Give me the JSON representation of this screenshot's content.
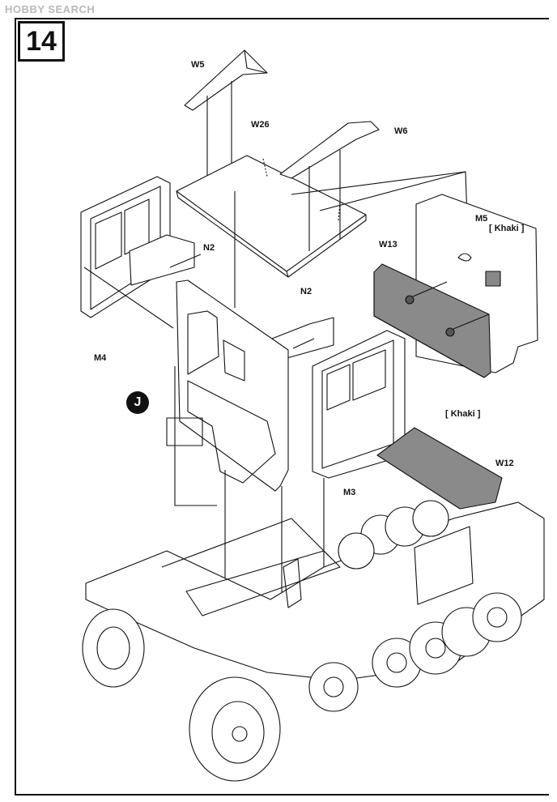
{
  "watermark": "HOBBY SEARCH",
  "step_number": "14",
  "subassembly_badge": "J",
  "labels": {
    "w5": "W5",
    "w26": "W26",
    "w6": "W6",
    "m5": "M5",
    "khaki_top": "[ Khaki ]",
    "w13": "W13",
    "n2_left": "N2",
    "n2_right": "N2",
    "m4": "M4",
    "khaki_bottom": "[ Khaki ]",
    "w12": "W12",
    "m3": "M3"
  },
  "colors": {
    "line": "#111111",
    "khaki_fill": "#8a8a8a",
    "panel_fill": "#ffffff"
  }
}
